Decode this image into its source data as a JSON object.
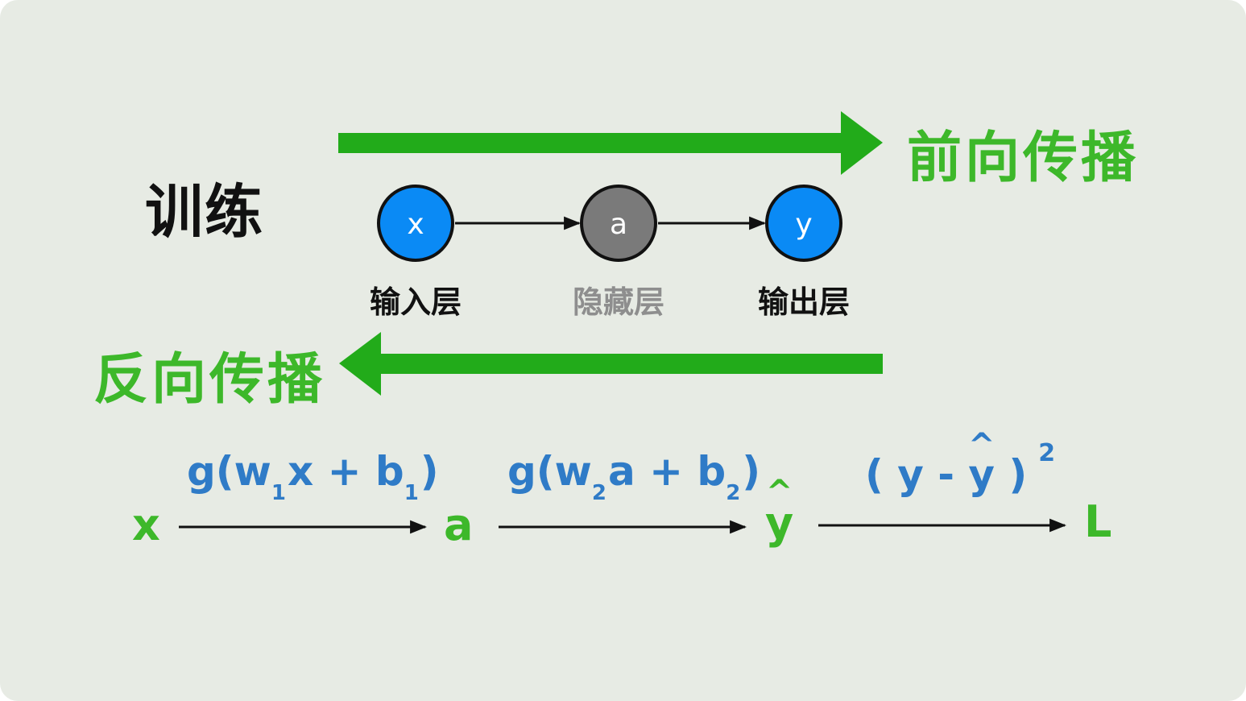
{
  "title": "训练",
  "forward_label": "前向传播",
  "backward_label": "反向传播",
  "nodes": [
    {
      "symbol": "x",
      "layer": "输入层",
      "color": "#0a8af5"
    },
    {
      "symbol": "a",
      "layer": "隐藏层",
      "color": "#7a7a7a"
    },
    {
      "symbol": "y",
      "layer": "输出层",
      "color": "#0a8af5"
    }
  ],
  "chain": {
    "x": "x",
    "a": "a",
    "yhat": "y",
    "L": "L",
    "f1": {
      "fn": "g(w",
      "sub1": "1",
      "mid": "x + b",
      "sub2": "1",
      "close": ")"
    },
    "f2": {
      "fn": "g(w",
      "sub1": "2",
      "mid": "a + b",
      "sub2": "2",
      "close": ")"
    },
    "f3": {
      "open": "( y - ",
      "hatvar": "y",
      "close": " )",
      "power": "2"
    }
  },
  "colors": {
    "arrow_green": "#22ab1a",
    "label_green": "#3db82a",
    "formula_blue": "#2f7bc7",
    "node_blue": "#0a8af5",
    "node_gray": "#7a7a7a",
    "background": "#e7ebe4"
  }
}
